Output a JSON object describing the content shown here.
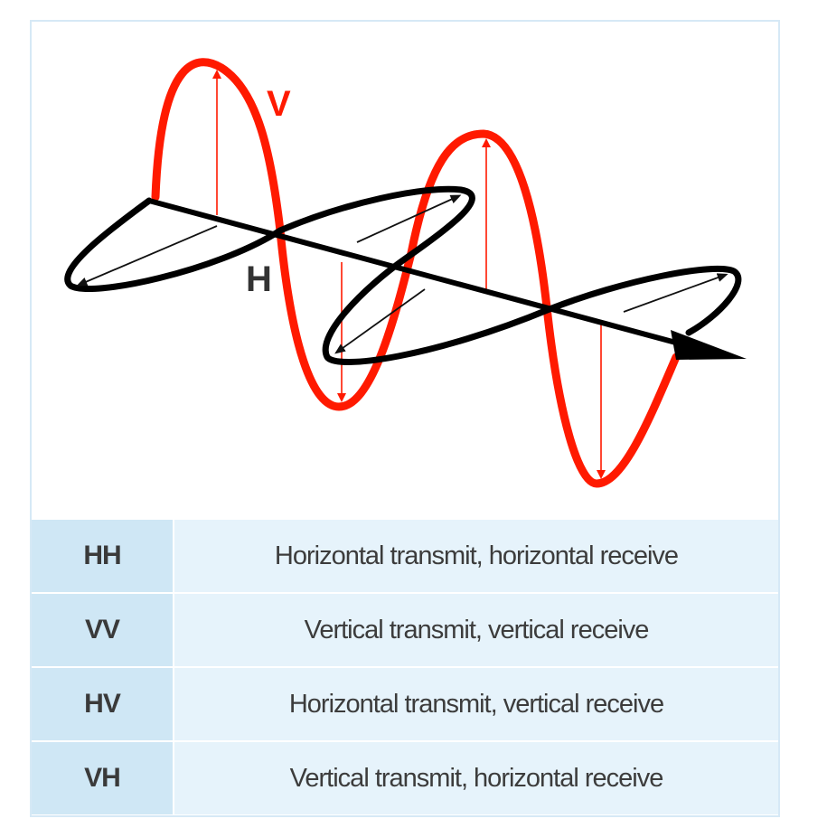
{
  "diagram": {
    "v_label": "V",
    "h_label": "H",
    "colors": {
      "vertical_wave": "#ff1a00",
      "horizontal_wave": "#000000"
    }
  },
  "table": {
    "rows": [
      {
        "code": "HH",
        "description": "Horizontal transmit, horizontal receive"
      },
      {
        "code": "VV",
        "description": "Vertical transmit, vertical receive"
      },
      {
        "code": "HV",
        "description": "Horizontal transmit, vertical receive"
      },
      {
        "code": "VH",
        "description": "Vertical transmit, horizontal receive"
      }
    ],
    "colors": {
      "code_background": "#cfe7f5",
      "description_background": "#e6f3fb"
    }
  }
}
